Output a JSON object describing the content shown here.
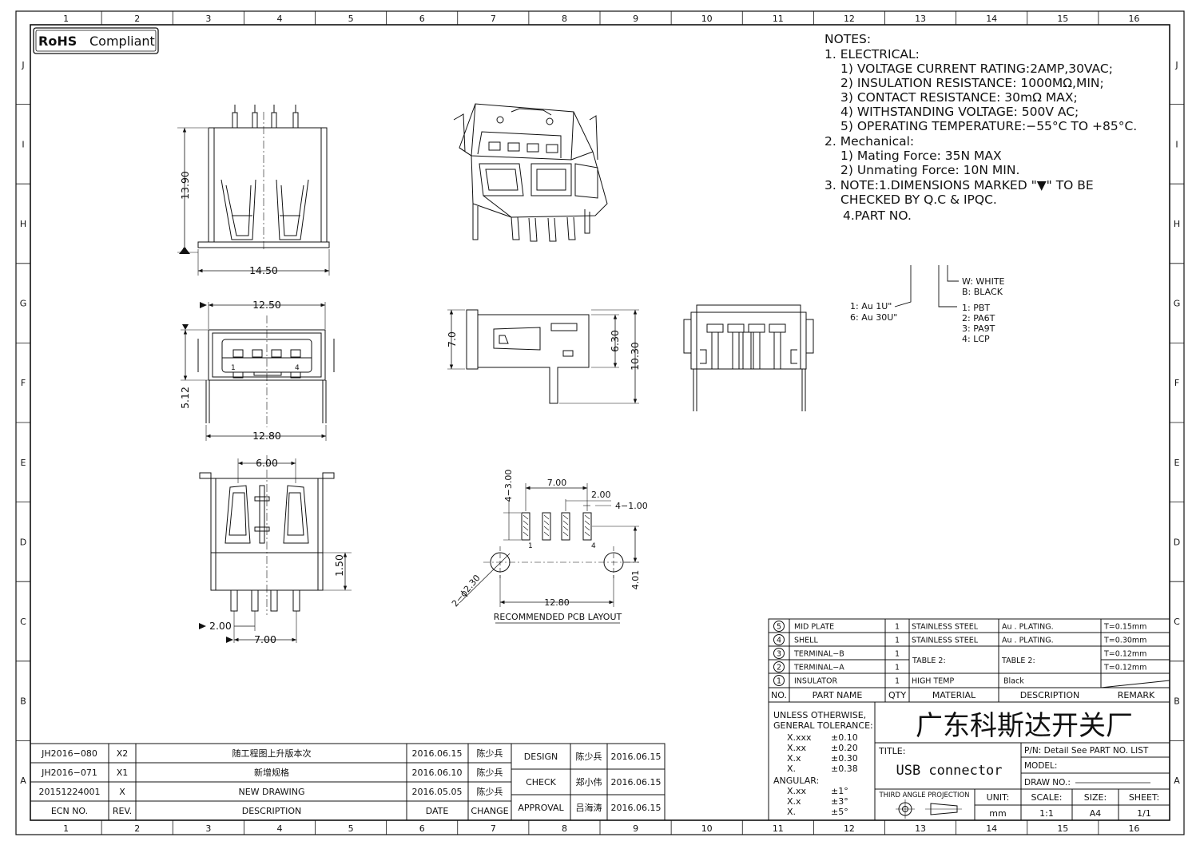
{
  "badge": {
    "rohs": "RoHS",
    "compliant": "Compliant"
  },
  "zones": {
    "columns": [
      "1",
      "2",
      "3",
      "4",
      "5",
      "6",
      "7",
      "8",
      "9",
      "10",
      "11",
      "12",
      "13",
      "14",
      "15",
      "16"
    ],
    "rows": [
      "J",
      "I",
      "H",
      "G",
      "F",
      "E",
      "D",
      "C",
      "B",
      "A"
    ]
  },
  "notes": {
    "title": "NOTES:",
    "l1": "1. ELECTRICAL:",
    "l2": "1) VOLTAGE CURRENT RATING:2AMP,30VAC;",
    "l3": "2) INSULATION RESISTANCE: 1000MΩ,MIN;",
    "l4": "3) CONTACT RESISTANCE: 30mΩ MAX;",
    "l5": "4) WITHSTANDING VOLTAGE: 500V AC;",
    "l6": "5) OPERATING TEMPERATURE:−55°C TO +85°C.",
    "l7": "2. Mechanical:",
    "l8": "1) Mating Force:   35N MAX",
    "l9": "2) Unmating Force:   10N MIN.",
    "l10": "3. NOTE:1.DIMENSIONS MARKED \"▼\" TO BE",
    "l11": "CHECKED BY Q.C & IPQC.",
    "l12": "4.PART NO."
  },
  "partno": {
    "color_w": "W: WHITE",
    "color_b": "B: BLACK",
    "m1": "1: PBT",
    "m2": "2: PA6T",
    "m3": "3: PA9T",
    "m4": "4: LCP",
    "p1": "1: Au  1U\"",
    "p2": "6: Au  30U\""
  },
  "dims": {
    "d1390": "13.90",
    "d1450": "14.50",
    "d1250": "12.50",
    "d512": "5.12",
    "d1280": "12.80",
    "d600": "6.00",
    "d150": "1.50",
    "d200": "2.00",
    "d700": "7.00",
    "d70": "7.0",
    "d630": "6.30",
    "d1030": "10.30",
    "pin1": "1",
    "pin4": "4"
  },
  "pcb": {
    "d700": "7.00",
    "d200": "2.00",
    "d4x100": "4−1.00",
    "d4x300": "4−3.00",
    "dhole": "2−ϕ2.30",
    "d1280": "12.80",
    "d401": "4.01",
    "caption": "RECOMMENDED PCB LAYOUT",
    "pin1": "1",
    "pin4": "4"
  },
  "bom": {
    "rows": [
      {
        "no": "5",
        "name": "MID PLATE",
        "qty": "1",
        "material": "STAINLESS STEEL",
        "desc": "Au . PLATING.",
        "remark": "T=0.15mm"
      },
      {
        "no": "4",
        "name": "SHELL",
        "qty": "1",
        "material": "STAINLESS STEEL",
        "desc": "Au . PLATING.",
        "remark": "T=0.30mm"
      },
      {
        "no": "3",
        "name": "TERMINAL−B",
        "qty": "1",
        "material": "",
        "desc": "",
        "remark": "T=0.12mm"
      },
      {
        "no": "2",
        "name": "TERMINAL−A",
        "qty": "1",
        "material": "",
        "desc": "",
        "remark": "T=0.12mm"
      },
      {
        "no": "1",
        "name": "INSULATOR",
        "qty": "1",
        "material": "HIGH TEMP",
        "desc": "Black",
        "remark": ""
      }
    ],
    "table2_material": "TABLE 2:",
    "table2_desc": "TABLE 2:",
    "headers": {
      "no": "NO.",
      "name": "PART NAME",
      "qty": "QTY",
      "material": "MATERIAL",
      "desc": "DESCRIPTION",
      "remark": "REMARK"
    }
  },
  "titleblock": {
    "tol_title1": "UNLESS OTHERWISE,",
    "tol_title2": "GENERAL TOLERANCE:",
    "t1k": "X.xxx",
    "t1v": "±0.10",
    "t2k": "X.xx",
    "t2v": "±0.20",
    "t3k": "X.x",
    "t3v": "±0.30",
    "t4k": "X.",
    "t4v": "±0.38",
    "angular": "ANGULAR:",
    "a1k": "X.xx",
    "a1v": "±1°",
    "a2k": "X.x",
    "a2v": "±3°",
    "a3k": "X.",
    "a3v": "±5°",
    "company": "广东科斯达开关厂",
    "title_label": "TITLE:",
    "title_value": "USB connector",
    "pn": "P/N: Detail  See  PART  NO.  LIST",
    "model": "MODEL:",
    "drawno": "DRAW  NO.:",
    "projection": "THIRD ANGLE PROJECTION",
    "unit_label": "UNIT:",
    "unit_value": "mm",
    "scale_label": "SCALE:",
    "scale_value": "1:1",
    "size_label": "SIZE:",
    "size_value": "A4",
    "sheet_label": "SHEET:",
    "sheet_value": "1/1"
  },
  "revisions": {
    "rows": [
      {
        "ecn": "JH2016−080",
        "rev": "X2",
        "desc": "随工程图上升版本次",
        "date": "2016.06.15",
        "change": "陈少兵"
      },
      {
        "ecn": "JH2016−071",
        "rev": "X1",
        "desc": "新增规格",
        "date": "2016.06.10",
        "change": "陈少兵"
      },
      {
        "ecn": "20151224001",
        "rev": "X",
        "desc": "NEW DRAWING",
        "date": "2016.05.05",
        "change": "陈少兵"
      }
    ],
    "headers": {
      "ecn": "ECN NO.",
      "rev": "REV.",
      "desc": "DESCRIPTION",
      "date": "DATE",
      "change": "CHANGE"
    }
  },
  "approvals": [
    {
      "role": "DESIGN",
      "name": "陈少兵",
      "date": "2016.06.15"
    },
    {
      "role": "CHECK",
      "name": "郑小伟",
      "date": "2016.06.15"
    },
    {
      "role": "APPROVAL",
      "name": "吕海涛",
      "date": "2016.06.15"
    }
  ]
}
